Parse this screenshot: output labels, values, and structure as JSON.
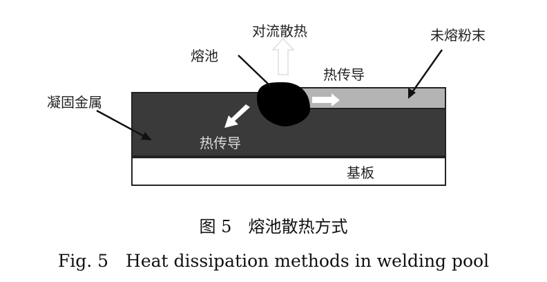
{
  "diagram": {
    "labels": {
      "convection": "对流散热",
      "molten_pool": "熔池",
      "unmelted_powder": "未熔粉末",
      "heat_conduction_top": "热传导",
      "solidified_metal": "凝固金属",
      "heat_conduction_bottom": "热传导",
      "substrate": "基板"
    },
    "colors": {
      "solidified": "#3a3a3a",
      "powder": "#b4b4b4",
      "pool": "#000000",
      "substrate": "#ffffff"
    }
  },
  "caption": {
    "cn": "图 5　熔池散热方式",
    "en": "Fig. 5　Heat dissipation methods in welding pool"
  }
}
